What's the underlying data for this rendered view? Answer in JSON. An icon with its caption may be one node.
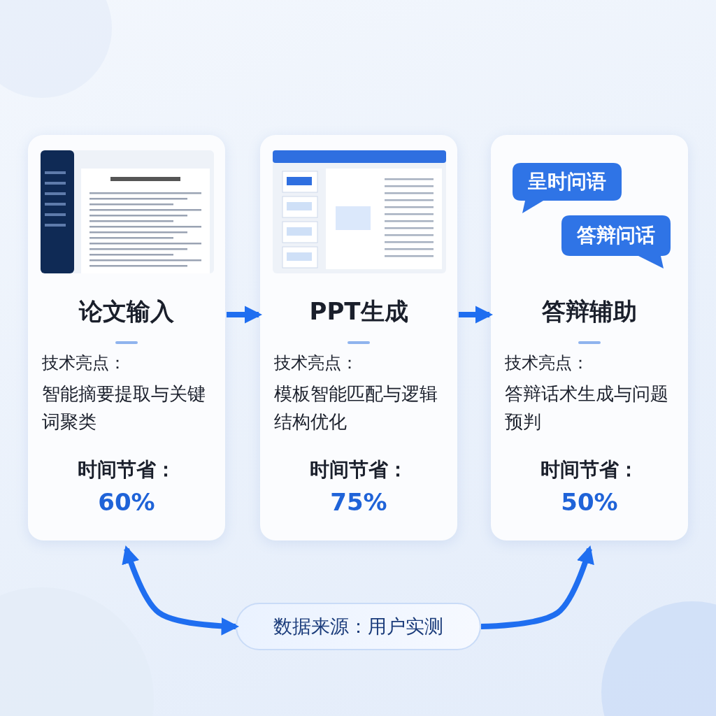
{
  "diagram": {
    "nodes": [
      {
        "text": [
          "论文输入",
          "技术亮点：",
          "智能摘要提取与关键词聚类",
          "时间节省：",
          "60%"
        ]
      },
      {
        "text": [
          "PPT生成",
          "技术亮点：",
          "模板智能匹配与逻辑结构优化",
          "时间节省：",
          "75%"
        ]
      },
      {
        "text": [
          "答辩辅助",
          "技术亮点：",
          "答辩话术生成与问题预判",
          "时间节省：",
          "50%"
        ]
      },
      {
        "text": [
          "呈时问语"
        ],
        "in": 2
      },
      {
        "text": [
          "答辩问话"
        ],
        "in": 2
      },
      {
        "text": [
          "数据来源：用户实测"
        ]
      }
    ],
    "edges": [
      {
        "from": 0,
        "to": 1,
        "arrow": "to"
      },
      {
        "from": 1,
        "to": 2,
        "arrow": "to"
      },
      {
        "from": 5,
        "to": 0,
        "arrow": "both"
      },
      {
        "from": 5,
        "to": 2,
        "arrow": "to"
      }
    ]
  }
}
